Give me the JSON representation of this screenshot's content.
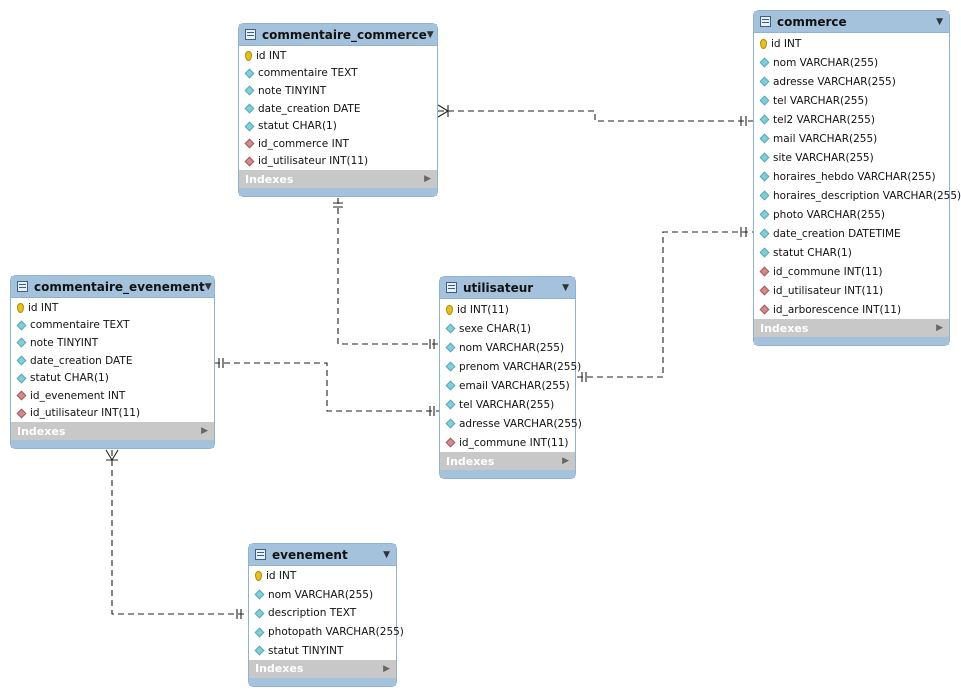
{
  "tables": {
    "commentaire_commerce": {
      "name": "commentaire_commerce",
      "columns": [
        {
          "label": "id INT",
          "kind": "pk"
        },
        {
          "label": "commentaire TEXT",
          "kind": "col"
        },
        {
          "label": "note TINYINT",
          "kind": "col"
        },
        {
          "label": "date_creation DATE",
          "kind": "col"
        },
        {
          "label": "statut CHAR(1)",
          "kind": "col"
        },
        {
          "label": "id_commerce INT",
          "kind": "fk"
        },
        {
          "label": "id_utilisateur INT(11)",
          "kind": "fk"
        }
      ],
      "indexes_label": "Indexes"
    },
    "commerce": {
      "name": "commerce",
      "columns": [
        {
          "label": "id INT",
          "kind": "pk"
        },
        {
          "label": "nom VARCHAR(255)",
          "kind": "col"
        },
        {
          "label": "adresse VARCHAR(255)",
          "kind": "col"
        },
        {
          "label": "tel VARCHAR(255)",
          "kind": "col"
        },
        {
          "label": "tel2 VARCHAR(255)",
          "kind": "col"
        },
        {
          "label": "mail VARCHAR(255)",
          "kind": "col"
        },
        {
          "label": "site VARCHAR(255)",
          "kind": "col"
        },
        {
          "label": "horaires_hebdo VARCHAR(255)",
          "kind": "col"
        },
        {
          "label": "horaires_description VARCHAR(255)",
          "kind": "col"
        },
        {
          "label": "photo VARCHAR(255)",
          "kind": "col"
        },
        {
          "label": "date_creation DATETIME",
          "kind": "col"
        },
        {
          "label": "statut CHAR(1)",
          "kind": "col"
        },
        {
          "label": "id_commune INT(11)",
          "kind": "fk"
        },
        {
          "label": "id_utilisateur INT(11)",
          "kind": "fk"
        },
        {
          "label": "id_arborescence INT(11)",
          "kind": "fk"
        }
      ],
      "indexes_label": "Indexes"
    },
    "commentaire_evenement": {
      "name": "commentaire_evenement",
      "columns": [
        {
          "label": "id INT",
          "kind": "pk"
        },
        {
          "label": "commentaire TEXT",
          "kind": "col"
        },
        {
          "label": "note TINYINT",
          "kind": "col"
        },
        {
          "label": "date_creation DATE",
          "kind": "col"
        },
        {
          "label": "statut CHAR(1)",
          "kind": "col"
        },
        {
          "label": "id_evenement INT",
          "kind": "fk"
        },
        {
          "label": "id_utilisateur INT(11)",
          "kind": "fk"
        }
      ],
      "indexes_label": "Indexes"
    },
    "utilisateur": {
      "name": "utilisateur",
      "columns": [
        {
          "label": "id INT(11)",
          "kind": "pk"
        },
        {
          "label": "sexe CHAR(1)",
          "kind": "col"
        },
        {
          "label": "nom VARCHAR(255)",
          "kind": "col"
        },
        {
          "label": "prenom VARCHAR(255)",
          "kind": "col"
        },
        {
          "label": "email VARCHAR(255)",
          "kind": "col"
        },
        {
          "label": "tel VARCHAR(255)",
          "kind": "col"
        },
        {
          "label": "adresse VARCHAR(255)",
          "kind": "col"
        },
        {
          "label": "id_commune INT(11)",
          "kind": "fk"
        }
      ],
      "indexes_label": "Indexes"
    },
    "evenement": {
      "name": "evenement",
      "columns": [
        {
          "label": "id INT",
          "kind": "pk"
        },
        {
          "label": "nom VARCHAR(255)",
          "kind": "col"
        },
        {
          "label": "description TEXT",
          "kind": "col"
        },
        {
          "label": "photopath VARCHAR(255)",
          "kind": "col"
        },
        {
          "label": "statut TINYINT",
          "kind": "col"
        }
      ],
      "indexes_label": "Indexes"
    }
  },
  "relationships": [
    {
      "from": "commerce",
      "to": "commentaire_commerce",
      "from_end": "one",
      "to_end": "many"
    },
    {
      "from": "utilisateur",
      "to": "commentaire_commerce",
      "from_end": "one",
      "to_end": "one"
    },
    {
      "from": "utilisateur",
      "to": "commerce",
      "from_end": "one",
      "to_end": "one"
    },
    {
      "from": "utilisateur",
      "to": "commentaire_evenement",
      "from_end": "one",
      "to_end": "one"
    },
    {
      "from": "evenement",
      "to": "commentaire_evenement",
      "from_end": "one",
      "to_end": "many"
    }
  ],
  "colors": {
    "header": "#a5c2dd",
    "border": "#8fb2cf",
    "indexes_bar": "#c8c8c8",
    "pk_icon": "#e7c01c",
    "column_icon": "#7fd0d9",
    "fk_icon": "#d48a8a"
  }
}
